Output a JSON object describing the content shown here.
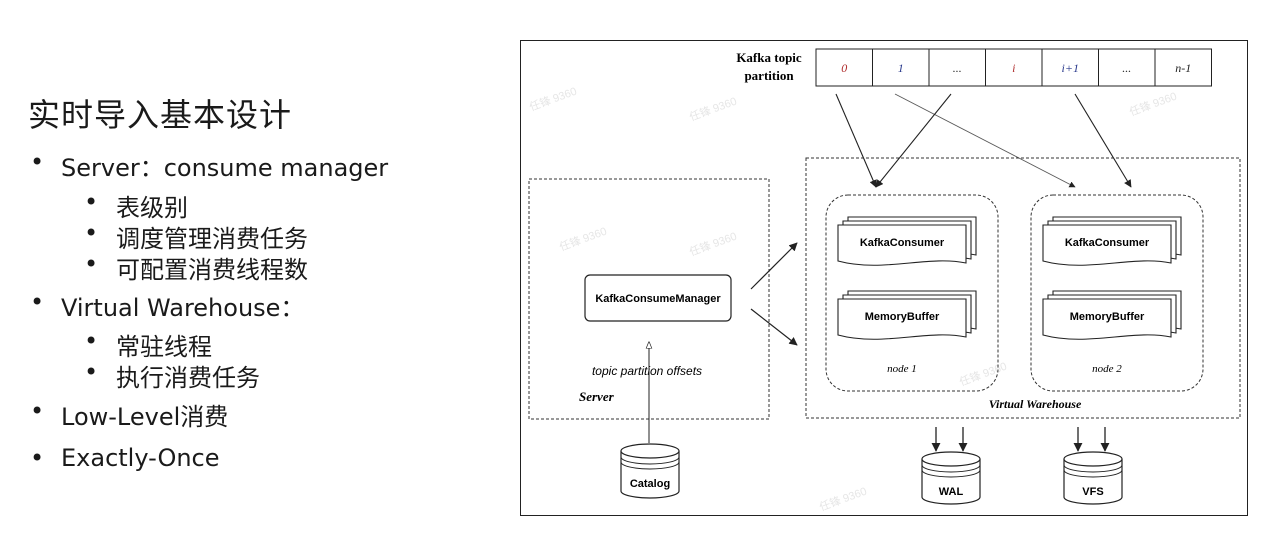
{
  "slide": {
    "title": "实时导入基本设计",
    "bullets": [
      {
        "text": "Server：consume manager",
        "sub": [
          "表级别",
          "调度管理消费任务",
          "可配置消费线程数"
        ]
      },
      {
        "text": "Virtual Warehouse：",
        "sub": [
          "常驻线程",
          "执行消费任务"
        ]
      },
      {
        "text": "Low-Level消费",
        "sub": []
      },
      {
        "text": "Exactly-Once",
        "sub": []
      }
    ],
    "bullet_glyph": "•"
  },
  "diagram": {
    "partition_label_line1": "Kafka topic",
    "partition_label_line2": "partition",
    "partitions": [
      "0",
      "1",
      "...",
      "i",
      "i+1",
      "...",
      "n-1"
    ],
    "partition_colors": [
      "#b03030",
      "#2a3a8c",
      "#222222",
      "#b03030",
      "#2a3a8c",
      "#222222",
      "#222222"
    ],
    "server_label": "Server",
    "manager_label": "KafkaConsumeManager",
    "offsets_label": "topic partition offsets",
    "catalog_label": "Catalog",
    "vw_label": "Virtual Warehouse",
    "nodes": [
      {
        "consumer": "KafkaConsumer",
        "buffer": "MemoryBuffer",
        "label": "node 1"
      },
      {
        "consumer": "KafkaConsumer",
        "buffer": "MemoryBuffer",
        "label": "node 2"
      }
    ],
    "storage": [
      "WAL",
      "VFS"
    ],
    "watermark": "任锋 9360"
  }
}
